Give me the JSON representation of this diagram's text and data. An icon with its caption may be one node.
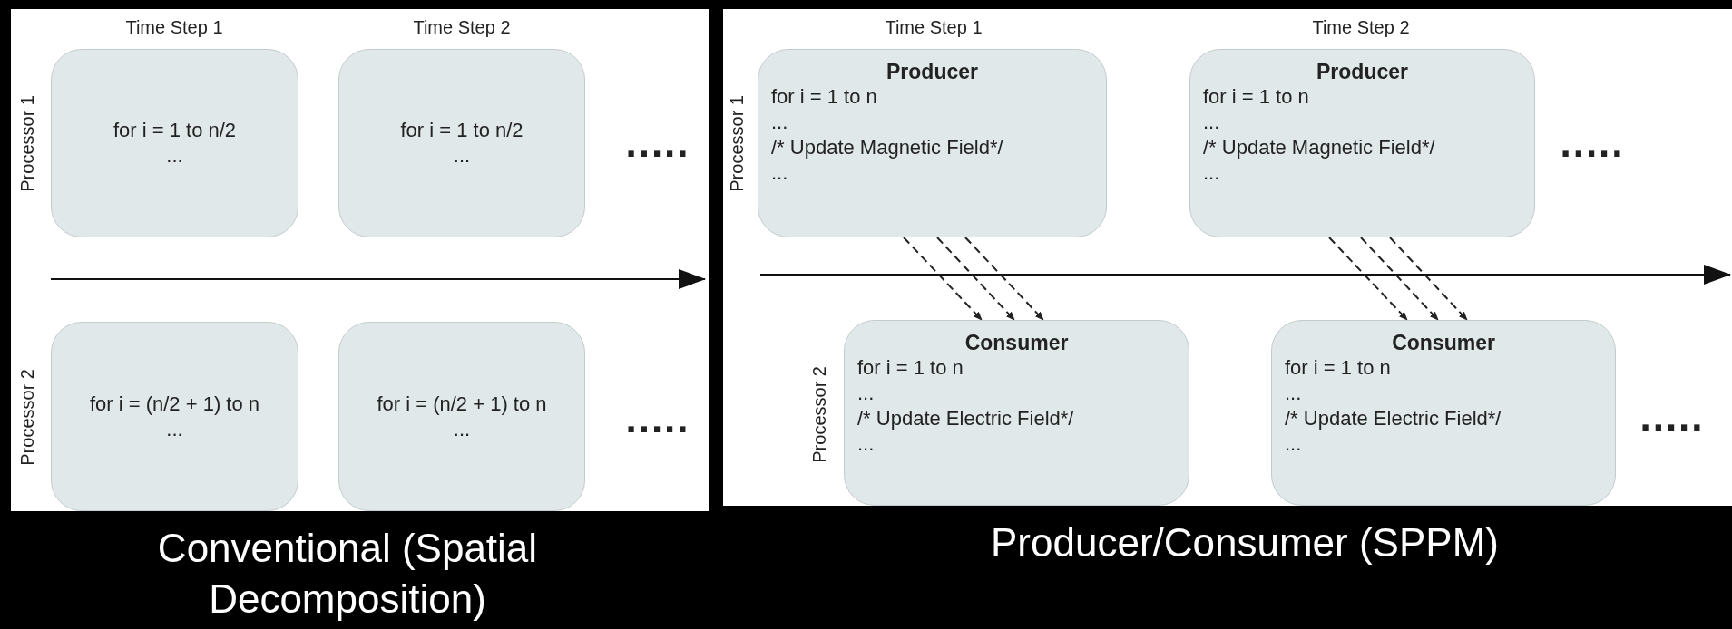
{
  "diagram": {
    "nodes": [
      {
        "text": [
          "for i = 1 to n/2",
          "..."
        ]
      },
      {
        "text": [
          "for i = 1 to n/2",
          "..."
        ]
      },
      {
        "text": [
          "for i = (n/2 + 1) to n",
          "..."
        ]
      },
      {
        "text": [
          "for i = (n/2 + 1) to n",
          "..."
        ]
      },
      {
        "text": [
          "Producer",
          "for i = 1 to n",
          "...",
          "/* Update Magnetic Field*/",
          "..."
        ]
      },
      {
        "text": [
          "Producer",
          "for i = 1 to n",
          "...",
          "/* Update Magnetic Field*/",
          "..."
        ]
      },
      {
        "text": [
          "Consumer",
          "for i = 1 to n",
          "...",
          "/* Update Electric Field*/",
          "..."
        ]
      },
      {
        "text": [
          "Consumer",
          "for i = 1 to n",
          "...",
          "/* Update Electric Field*/",
          "..."
        ]
      }
    ],
    "edges": [
      {
        "from": 4,
        "to": 6,
        "arrow": "to",
        "style": "dashed"
      },
      {
        "from": 4,
        "to": 6,
        "arrow": "to",
        "style": "dashed"
      },
      {
        "from": 4,
        "to": 6,
        "arrow": "to",
        "style": "dashed"
      },
      {
        "from": 5,
        "to": 7,
        "arrow": "to",
        "style": "dashed"
      },
      {
        "from": 5,
        "to": 7,
        "arrow": "to",
        "style": "dashed"
      },
      {
        "from": 5,
        "to": 7,
        "arrow": "to",
        "style": "dashed"
      }
    ],
    "labels": [
      "Time Step 1",
      "Time Step 2",
      "Processor 1",
      ".....",
      "Processor 2",
      ".....",
      "Time Step 1",
      "Time Step 2",
      "Processor 1",
      ".....",
      "Processor 2",
      ".....",
      "Conventional (Spatial Decomposition)",
      "Producer/Consumer (SPPM)"
    ]
  }
}
